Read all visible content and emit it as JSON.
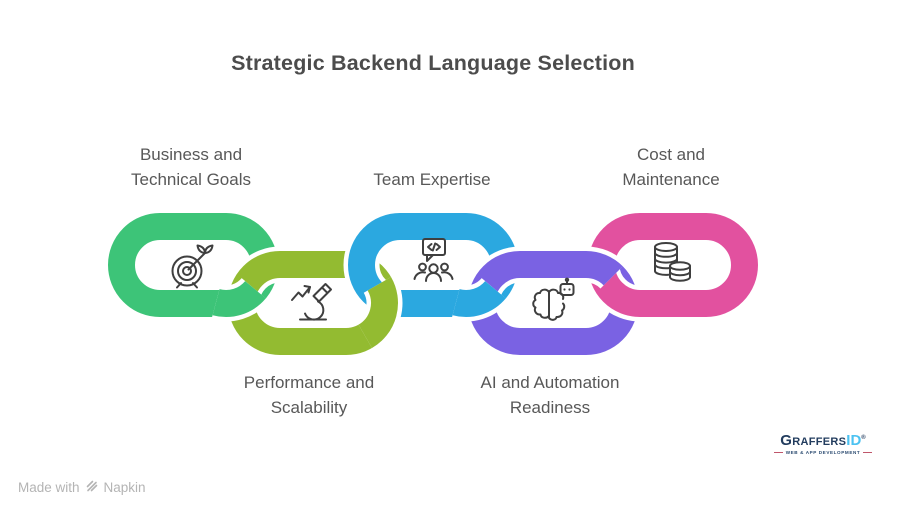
{
  "title": "Strategic Backend Language Selection",
  "items": [
    {
      "id": "goals",
      "label_lines": [
        "Business and",
        "Technical Goals"
      ],
      "color": "#3dc478",
      "icon": "target-icon"
    },
    {
      "id": "performance",
      "label_lines": [
        "Performance and",
        "Scalability"
      ],
      "color": "#93bb31",
      "icon": "microscope-icon"
    },
    {
      "id": "team",
      "label_lines": [
        "Team Expertise"
      ],
      "color": "#2ba8e0",
      "icon": "team-code-icon"
    },
    {
      "id": "ai",
      "label_lines": [
        "AI and Automation",
        "Readiness"
      ],
      "color": "#7a62e3",
      "icon": "ai-brain-icon"
    },
    {
      "id": "cost",
      "label_lines": [
        "Cost and",
        "Maintenance"
      ],
      "color": "#e2519f",
      "icon": "coins-icon"
    }
  ],
  "footer": {
    "made_with": "Made with",
    "brand": "Napkin"
  },
  "logo": {
    "part1": "Graffers",
    "part2": "ID",
    "registered": "®",
    "tagline": "WEB & APP DEVELOPMENT"
  }
}
